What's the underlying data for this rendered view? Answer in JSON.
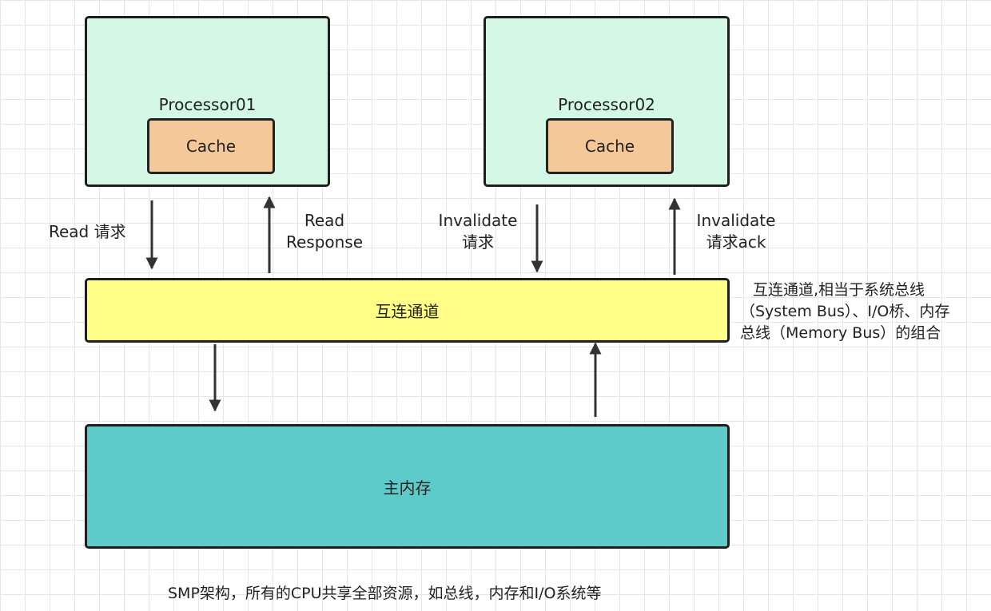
{
  "processors": [
    {
      "title": "Processor01",
      "cache": "Cache"
    },
    {
      "title": "Processor02",
      "cache": "Cache"
    }
  ],
  "bus": {
    "label": "互连通道",
    "note": [
      "互连通道,相当于系统总线",
      "（System Bus）、I/O桥、内存",
      "总线（Memory Bus）的组合"
    ]
  },
  "memory": {
    "label": "主内存"
  },
  "arrows": {
    "read_request": "Read 请求",
    "read_response": [
      "Read",
      "Response"
    ],
    "invalidate_request": [
      "Invalidate",
      "请求"
    ],
    "invalidate_ack": [
      "Invalidate",
      "请求ack"
    ]
  },
  "caption": "SMP架构，所有的CPU共享全部资源，如总线，内存和I/O系统等",
  "colors": {
    "processor_fill": "#d4f7e6",
    "cache_fill": "#f5c89a",
    "bus_fill": "#ffff88",
    "memory_fill": "#5ecbcb",
    "stroke": "#1e1e1e"
  }
}
